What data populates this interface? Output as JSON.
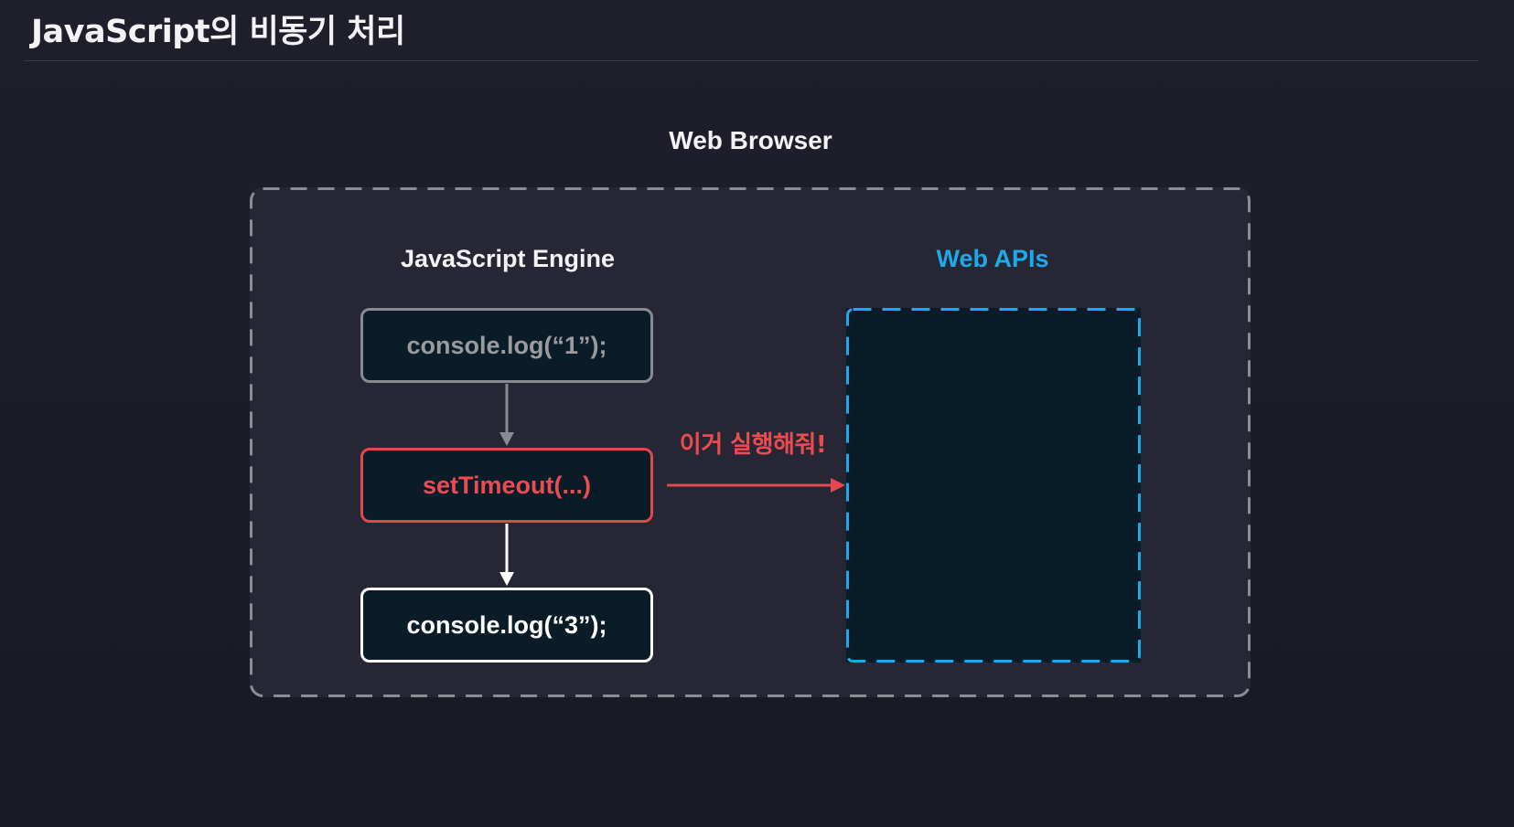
{
  "slide": {
    "title": "JavaScript의 비동기 처리"
  },
  "diagram": {
    "browser_label": "Web Browser",
    "engine_label": "JavaScript Engine",
    "apis_label": "Web APIs",
    "request_label": "이거 실행해줘!",
    "code_boxes": [
      {
        "text": "console.log(“1”);",
        "state": "done"
      },
      {
        "text": "setTimeout(...)",
        "state": "active"
      },
      {
        "text": "console.log(“3”);",
        "state": "pending"
      }
    ],
    "colors": {
      "background": "#1c1c27",
      "browser_fill": "#262634",
      "browser_border": "#8c8c94",
      "box_fill": "#0a1c28",
      "done": "#8a8a92",
      "active": "#e2484c",
      "pending": "#ffffff",
      "web_apis_accent": "#1fa8ea"
    }
  }
}
